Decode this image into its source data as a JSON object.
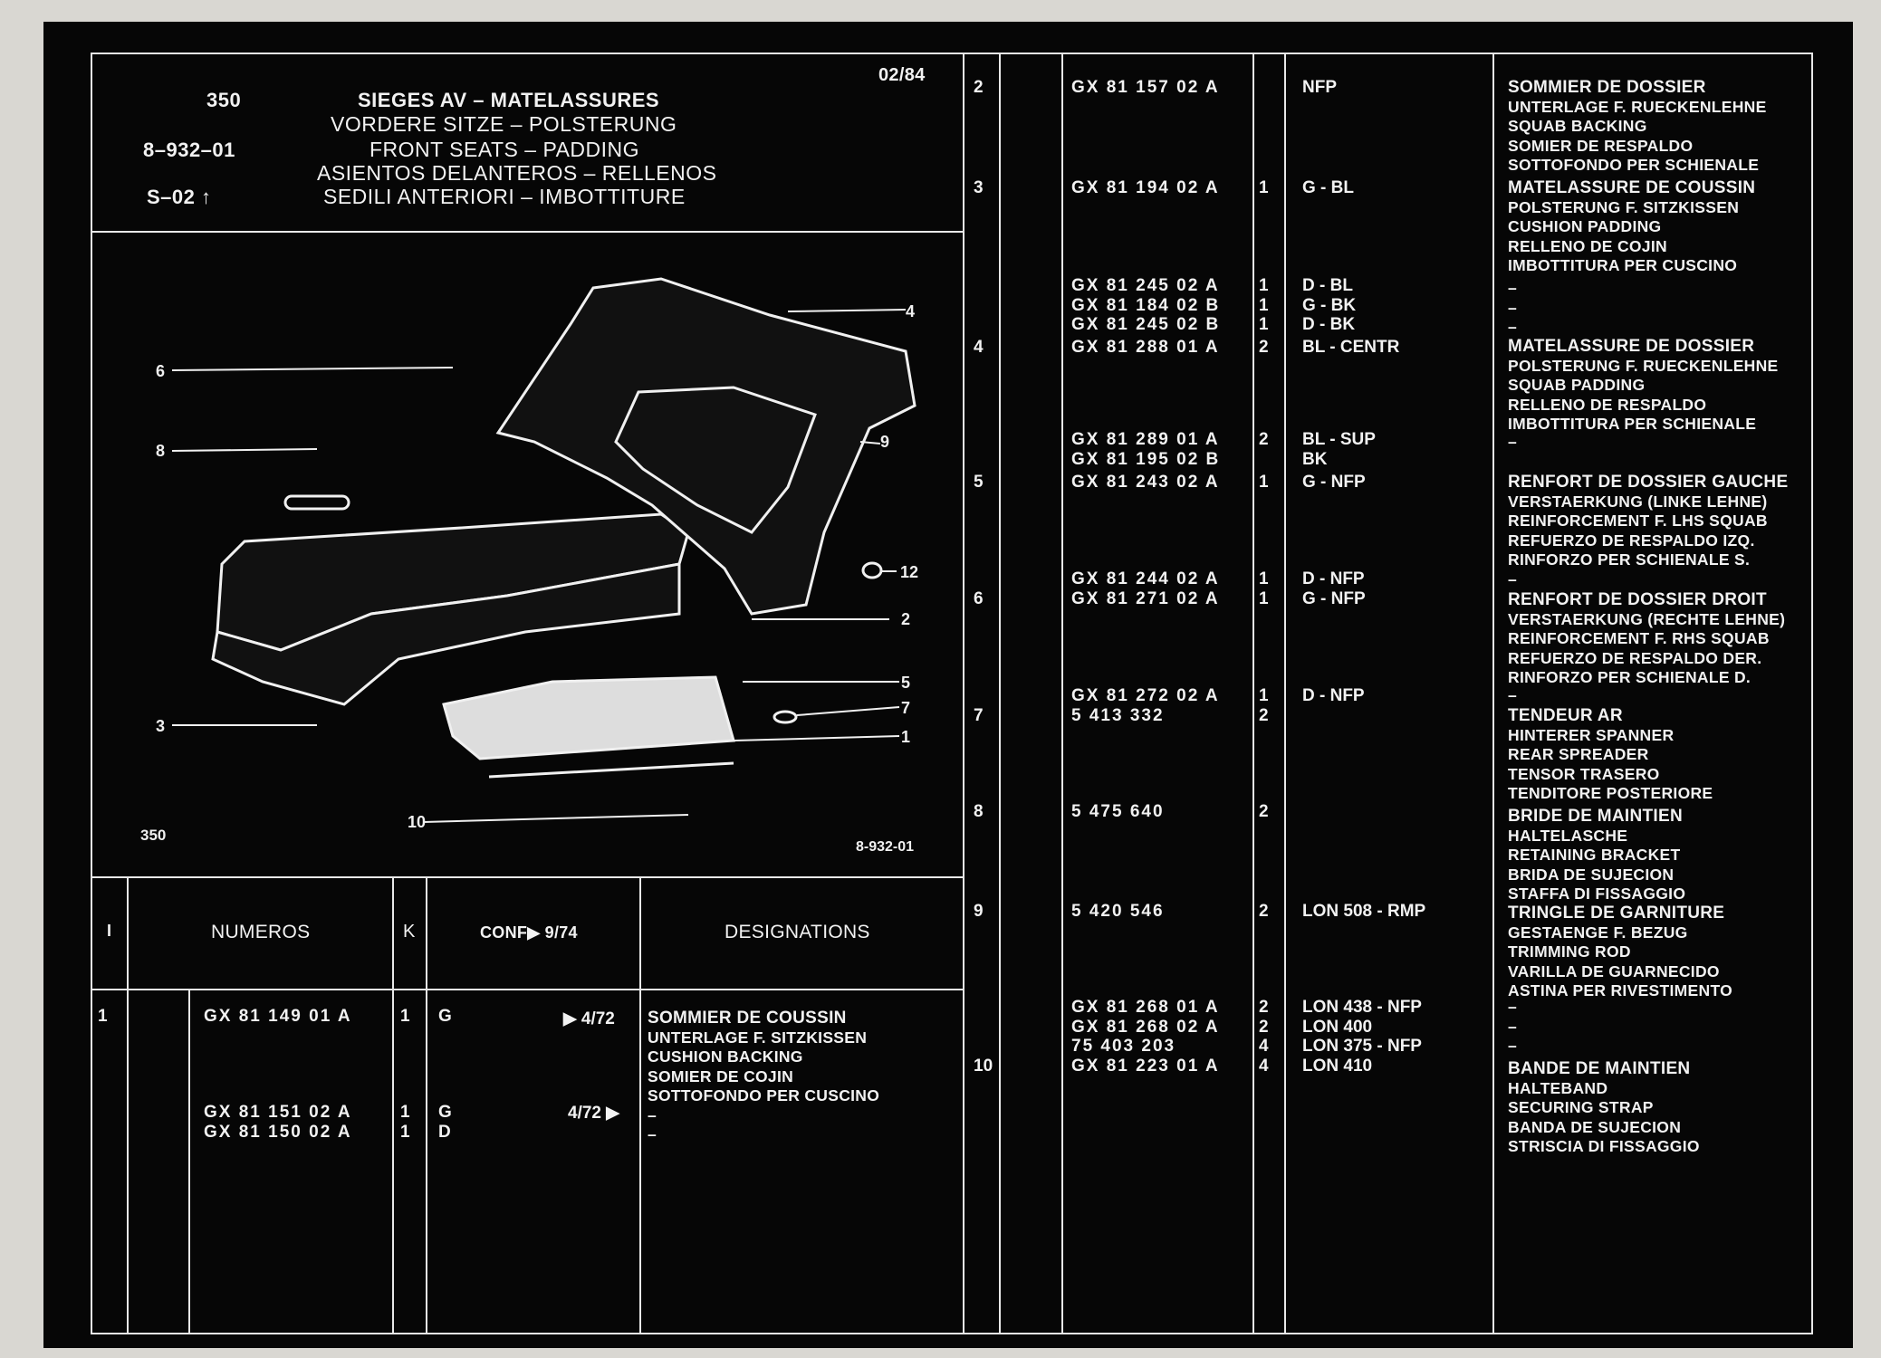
{
  "header": {
    "group": "350",
    "ref": "8–932–01",
    "sheet": "S–02",
    "date": "02/84",
    "titles": [
      "SIEGES AV – MATELASSURES",
      "VORDERE SITZE – POLSTERUNG",
      "FRONT SEATS – PADDING",
      "ASIENTOS DELANTEROS – RELLENOS",
      "SEDILI ANTERIORI – IMBOTTITURE"
    ]
  },
  "illustration": {
    "group_label": "350",
    "ref_label": "8-932-01",
    "callouts": [
      "4",
      "6",
      "8",
      "9",
      "12",
      "2",
      "5",
      "7",
      "1",
      "3",
      "10"
    ]
  },
  "table_header": {
    "col_i": "I",
    "col_numeros": "NUMEROS",
    "col_k": "K",
    "col_conf": "CONF▶ 9/74",
    "col_designations": "DESIGNATIONS"
  },
  "left_rows": {
    "item1": {
      "index": "1",
      "parts": [
        "GX 81 149 01 A",
        "GX 81 151 02 A",
        "GX 81 150 02 A"
      ],
      "qty": [
        "1",
        "1",
        "1"
      ],
      "conf": [
        "G",
        "G",
        "D"
      ],
      "dates": [
        "▶ 4/72",
        "4/72 ▶"
      ],
      "desc": [
        "SOMMIER DE COUSSIN",
        "UNTERLAGE F. SITZKISSEN",
        "CUSHION BACKING",
        "SOMIER DE COJIN",
        "SOTTOFONDO PER CUSCINO"
      ],
      "dashes": [
        "–",
        "–"
      ]
    }
  },
  "right_rows": [
    {
      "idx": "2",
      "parts": [
        "GX 81 157 02 A"
      ],
      "qty": [
        ""
      ],
      "conf": [
        "NFP"
      ],
      "desc": [
        "SOMMIER DE DOSSIER",
        "UNTERLAGE F. RUECKENLEHNE",
        "SQUAB BACKING",
        "SOMIER DE RESPALDO",
        "SOTTOFONDO PER SCHIENALE"
      ]
    },
    {
      "idx": "3",
      "parts": [
        "GX 81 194 02 A"
      ],
      "qty": [
        "1"
      ],
      "conf": [
        "G - BL"
      ],
      "desc": [
        "MATELASSURE DE COUSSIN",
        "POLSTERUNG F. SITZKISSEN",
        "CUSHION PADDING",
        "RELLENO DE COJIN",
        "IMBOTTITURA PER CUSCINO"
      ]
    },
    {
      "idx": "",
      "parts": [
        "GX 81 245 02 A",
        "GX 81 184 02 B",
        "GX 81 245 02 B"
      ],
      "qty": [
        "1",
        "1",
        "1"
      ],
      "conf": [
        "D - BL",
        "G - BK",
        "D - BK"
      ],
      "desc": [
        "–",
        "–",
        "–"
      ]
    },
    {
      "idx": "4",
      "parts": [
        "GX 81 288 01 A"
      ],
      "qty": [
        "2"
      ],
      "conf": [
        "BL - CENTR"
      ],
      "desc": [
        "MATELASSURE DE DOSSIER",
        "POLSTERUNG F. RUECKENLEHNE",
        "SQUAB PADDING",
        "RELLENO DE RESPALDO",
        "IMBOTTITURA PER SCHIENALE"
      ]
    },
    {
      "idx": "",
      "parts": [
        "GX 81 289 01 A",
        "GX 81 195 02 B"
      ],
      "qty": [
        "2",
        ""
      ],
      "conf": [
        "BL - SUP",
        "BK"
      ],
      "desc": [
        "–"
      ]
    },
    {
      "idx": "5",
      "parts": [
        "GX 81 243 02 A"
      ],
      "qty": [
        "1"
      ],
      "conf": [
        "G - NFP"
      ],
      "desc": [
        "RENFORT DE DOSSIER GAUCHE",
        "VERSTAERKUNG (LINKE LEHNE)",
        "REINFORCEMENT F. LHS SQUAB",
        "REFUERZO DE RESPALDO IZQ.",
        "RINFORZO PER SCHIENALE S."
      ]
    },
    {
      "idx": "",
      "parts": [
        "GX 81 244 02 A"
      ],
      "qty": [
        "1"
      ],
      "conf": [
        "D - NFP"
      ],
      "desc": [
        "–"
      ]
    },
    {
      "idx": "6",
      "parts": [
        "GX 81 271 02 A"
      ],
      "qty": [
        "1"
      ],
      "conf": [
        "G - NFP"
      ],
      "desc": [
        "RENFORT DE DOSSIER DROIT",
        "VERSTAERKUNG (RECHTE LEHNE)",
        "REINFORCEMENT F. RHS SQUAB",
        "REFUERZO DE RESPALDO DER.",
        "RINFORZO PER SCHIENALE D."
      ]
    },
    {
      "idx": "",
      "parts": [
        "GX 81 272 02 A"
      ],
      "qty": [
        "1"
      ],
      "conf": [
        "D - NFP"
      ],
      "desc": [
        "–"
      ]
    },
    {
      "idx": "7",
      "parts": [
        "5 413 332"
      ],
      "qty": [
        "2"
      ],
      "conf": [
        ""
      ],
      "desc": [
        "TENDEUR AR",
        "HINTERER SPANNER",
        "REAR SPREADER",
        "TENSOR TRASERO",
        "TENDITORE POSTERIORE"
      ]
    },
    {
      "idx": "8",
      "parts": [
        "5 475 640"
      ],
      "qty": [
        "2"
      ],
      "conf": [
        ""
      ],
      "desc": [
        "BRIDE DE MAINTIEN",
        "HALTELASCHE",
        "RETAINING BRACKET",
        "BRIDA DE SUJECION",
        "STAFFA DI FISSAGGIO"
      ]
    },
    {
      "idx": "9",
      "parts": [
        "5 420 546"
      ],
      "qty": [
        "2"
      ],
      "conf": [
        "LON 508 - RMP"
      ],
      "desc": [
        "TRINGLE DE GARNITURE",
        "GESTAENGE F. BEZUG",
        "TRIMMING ROD",
        "VARILLA DE GUARNECIDO",
        "ASTINA PER RIVESTIMENTO"
      ]
    },
    {
      "idx": "",
      "parts": [
        "GX 81 268 01 A",
        "GX 81 268 02 A",
        "75 403 203"
      ],
      "qty": [
        "2",
        "2",
        "4"
      ],
      "conf": [
        "LON 438 - NFP",
        "LON 400",
        "LON 375 - NFP"
      ],
      "desc": [
        "–",
        "–",
        "–"
      ]
    },
    {
      "idx": "10",
      "parts": [
        "GX 81 223 01 A"
      ],
      "qty": [
        "4"
      ],
      "conf": [
        "LON 410"
      ],
      "desc": [
        "BANDE DE MAINTIEN",
        "HALTEBAND",
        "SECURING STRAP",
        "BANDA DE SUJECION",
        "STRISCIA DI FISSAGGIO"
      ]
    }
  ]
}
